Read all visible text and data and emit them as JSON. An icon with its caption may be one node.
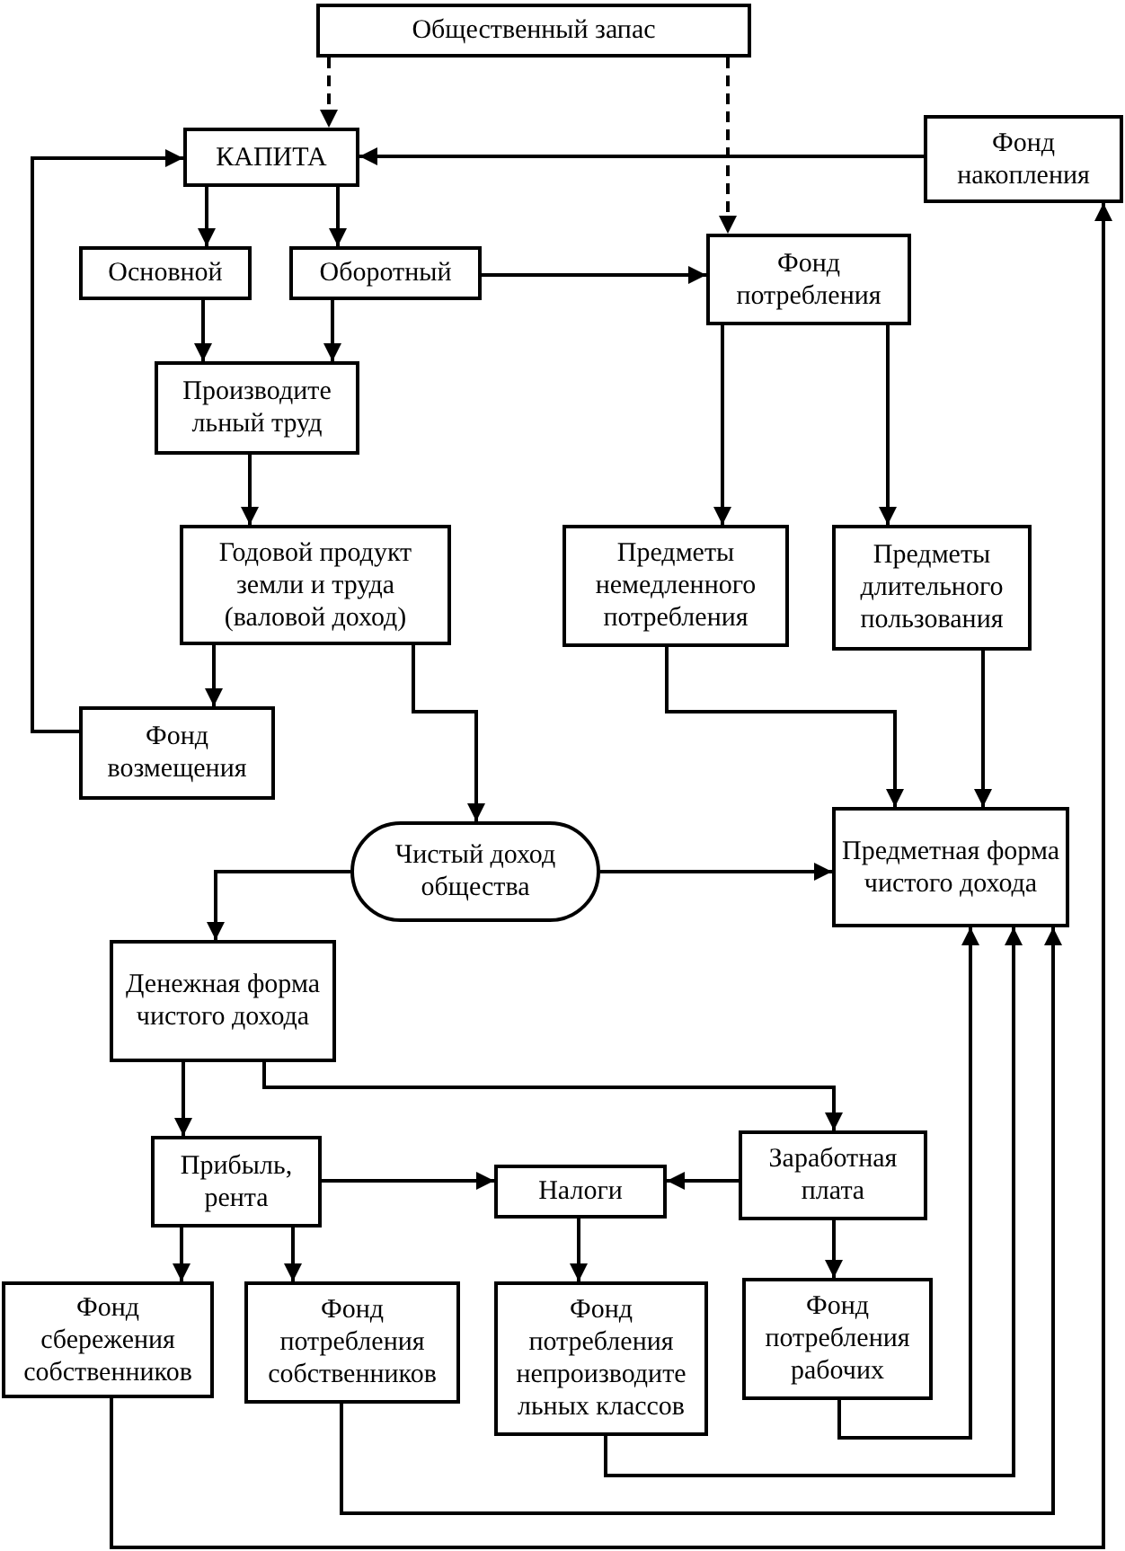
{
  "diagram": {
    "nodes": [
      {
        "text": [
          "Общественный запас"
        ]
      },
      {
        "text": [
          "КАПИТА"
        ]
      },
      {
        "text": [
          "Фонд накопления"
        ]
      },
      {
        "text": [
          "Основной"
        ]
      },
      {
        "text": [
          "Оборотный"
        ]
      },
      {
        "text": [
          "Фонд потребления"
        ]
      },
      {
        "text": [
          "Производите льный труд"
        ]
      },
      {
        "text": [
          "Годовой продукт земли и труда (валовой доход)"
        ]
      },
      {
        "text": [
          "Предметы немедленного потребления"
        ]
      },
      {
        "text": [
          "Предметы длительного пользования"
        ]
      },
      {
        "text": [
          "Фонд возмещения"
        ]
      },
      {
        "text": [
          "Чистый доход общества"
        ]
      },
      {
        "text": [
          "Предметная форма чистого дохода"
        ]
      },
      {
        "text": [
          "Денежная форма чистого дохода"
        ]
      },
      {
        "text": [
          "Прибыль, рента"
        ]
      },
      {
        "text": [
          "Налоги"
        ]
      },
      {
        "text": [
          "Заработная плата"
        ]
      },
      {
        "text": [
          "Фонд сбережения собственников"
        ]
      },
      {
        "text": [
          "Фонд потребления собственников"
        ]
      },
      {
        "text": [
          "Фонд потребления непроизводите льных классов"
        ]
      },
      {
        "text": [
          "Фонд потребления рабочих"
        ]
      }
    ],
    "edges": [
      {
        "from": 0,
        "to": 1,
        "arrow": "to",
        "style": "dashed"
      },
      {
        "from": 0,
        "to": 5,
        "arrow": "to",
        "style": "dashed"
      },
      {
        "from": 2,
        "to": 1,
        "arrow": "to"
      },
      {
        "from": 1,
        "to": 3,
        "arrow": "to"
      },
      {
        "from": 1,
        "to": 4,
        "arrow": "to"
      },
      {
        "from": 4,
        "to": 5,
        "arrow": "to"
      },
      {
        "from": 3,
        "to": 6,
        "arrow": "to"
      },
      {
        "from": 4,
        "to": 6,
        "arrow": "to"
      },
      {
        "from": 6,
        "to": 7,
        "arrow": "to"
      },
      {
        "from": 5,
        "to": 8,
        "arrow": "to"
      },
      {
        "from": 5,
        "to": 9,
        "arrow": "to"
      },
      {
        "from": 7,
        "to": 10,
        "arrow": "to"
      },
      {
        "from": 7,
        "to": 11,
        "arrow": "to"
      },
      {
        "from": 10,
        "to": 1,
        "arrow": "to"
      },
      {
        "from": 8,
        "to": 12,
        "arrow": "to"
      },
      {
        "from": 9,
        "to": 12,
        "arrow": "to"
      },
      {
        "from": 11,
        "to": 12,
        "arrow": "to"
      },
      {
        "from": 11,
        "to": 13,
        "arrow": "to"
      },
      {
        "from": 13,
        "to": 14,
        "arrow": "to"
      },
      {
        "from": 13,
        "to": 16,
        "arrow": "to"
      },
      {
        "from": 14,
        "to": 15,
        "arrow": "to"
      },
      {
        "from": 16,
        "to": 15,
        "arrow": "to"
      },
      {
        "from": 14,
        "to": 17,
        "arrow": "to"
      },
      {
        "from": 14,
        "to": 18,
        "arrow": "to"
      },
      {
        "from": 15,
        "to": 19,
        "arrow": "to"
      },
      {
        "from": 16,
        "to": 20,
        "arrow": "to"
      },
      {
        "from": 20,
        "to": 12,
        "arrow": "to"
      },
      {
        "from": 19,
        "to": 12,
        "arrow": "to"
      },
      {
        "from": 18,
        "to": 12,
        "arrow": "to"
      },
      {
        "from": 17,
        "to": 2,
        "arrow": "to"
      }
    ]
  }
}
